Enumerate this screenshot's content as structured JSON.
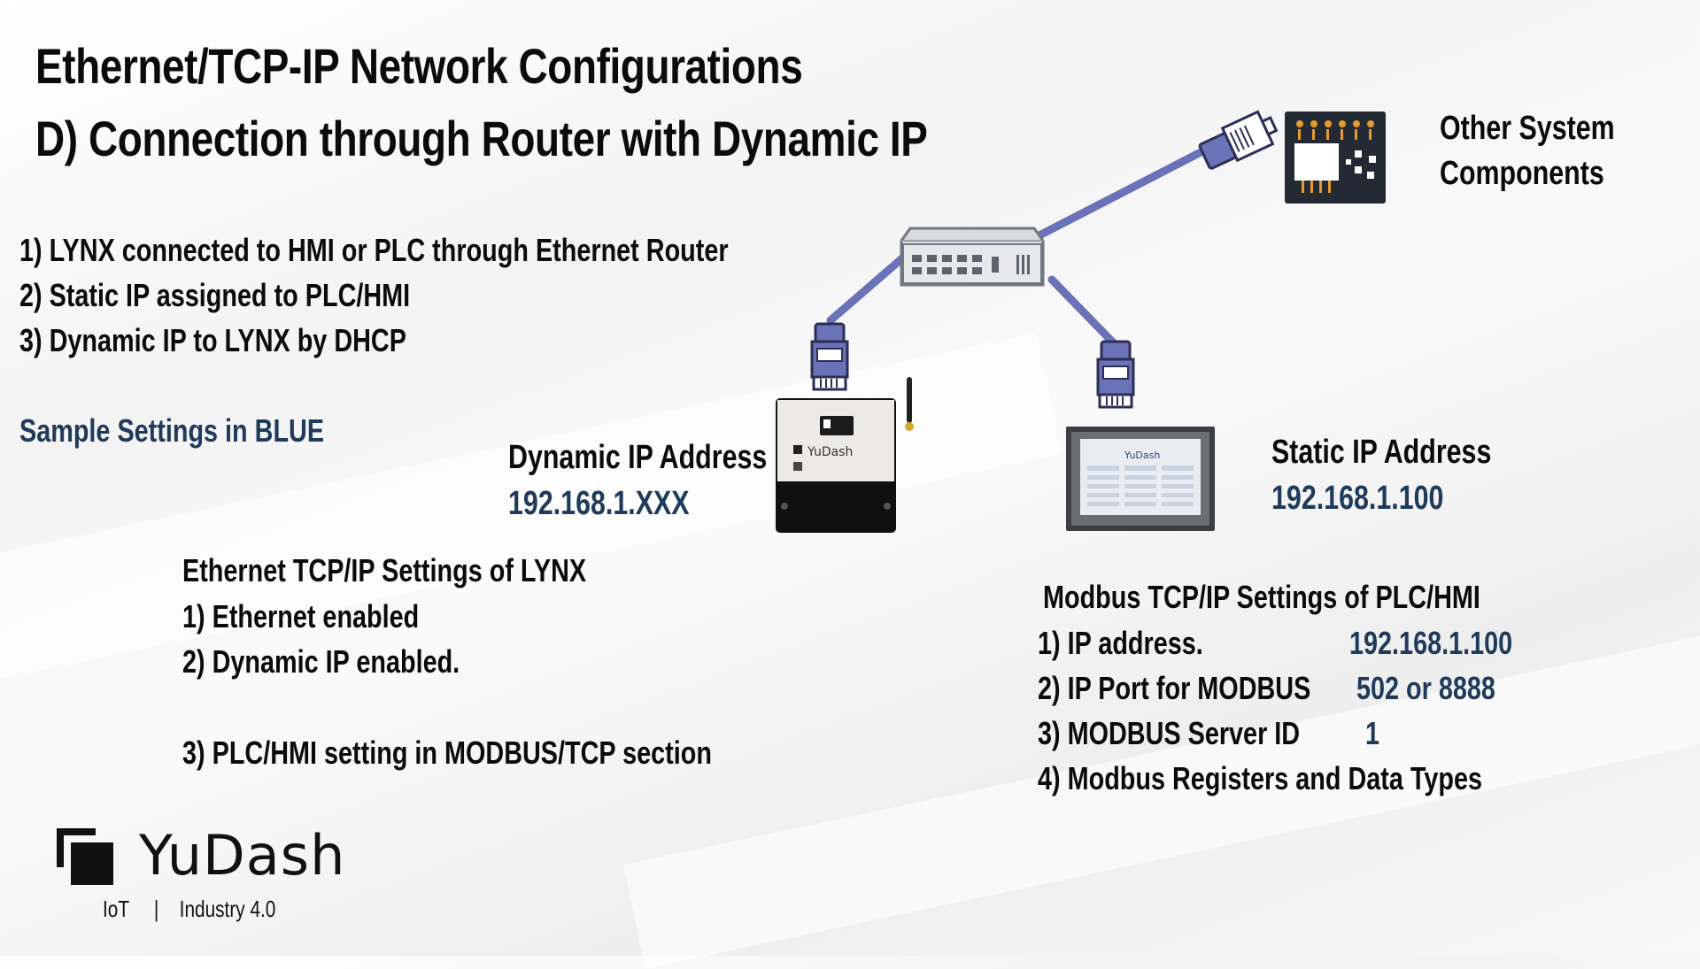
{
  "slide": {
    "title_line1": "Ethernet/TCP-IP Network Configurations",
    "title_line2": "D) Connection through Router with Dynamic IP"
  },
  "overview": {
    "points": [
      "1) LYNX connected to HMI or PLC  through Ethernet Router",
      "2) Static IP assigned to PLC/HMI",
      "3) Dynamic IP to LYNX by DHCP"
    ],
    "sample_note": "Sample Settings in BLUE"
  },
  "diagram": {
    "other_components_label_line1": "Other System",
    "other_components_label_line2": "Components",
    "lynx_ip_label": "Dynamic IP Address",
    "lynx_ip_value": "192.168.1.XXX",
    "hmi_ip_label": "Static IP Address",
    "hmi_ip_value": "192.168.1.100",
    "lynx_device_brand": "YuDash",
    "hmi_screen_brand": "YuDash",
    "colors": {
      "cable": "#6a72b8",
      "sample_value": "#1f3a5a"
    }
  },
  "lynx_settings": {
    "heading": "Ethernet TCP/IP Settings of LYNX",
    "items": [
      "1) Ethernet enabled",
      "2) Dynamic IP enabled.",
      "3) PLC/HMI setting in MODBUS/TCP section"
    ]
  },
  "plc_settings": {
    "heading": "Modbus TCP/IP Settings of PLC/HMI",
    "rows": [
      {
        "label": "1) IP address.",
        "value": "192.168.1.100"
      },
      {
        "label": "2) IP Port for MODBUS",
        "value": "502 or 8888"
      },
      {
        "label": "3) MODBUS Server ID",
        "value": "1"
      },
      {
        "label": "4) Modbus Registers and Data Types",
        "value": ""
      }
    ]
  },
  "brand": {
    "name": "YuDash",
    "tagline_left": "IoT",
    "tagline_sep": "|",
    "tagline_right": "Industry 4.0"
  }
}
